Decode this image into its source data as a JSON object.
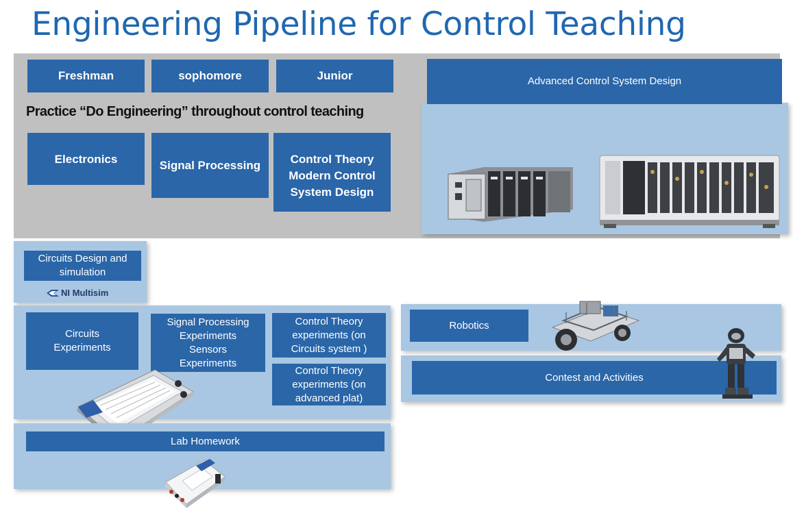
{
  "title": "Engineering Pipeline for Control Teaching",
  "years": {
    "freshman": "Freshman",
    "sophomore": "sophomore",
    "junior": "Junior"
  },
  "practice_text": "Practice “Do Engineering” throughout control teaching",
  "courses": {
    "electronics": "Electronics",
    "signal_processing": "Signal Processing",
    "control_theory": [
      "Control Theory",
      "Modern Control",
      "System Design"
    ]
  },
  "advanced": "Advanced Control System  Design",
  "circuits_design": [
    "Circuits Design and",
    "simulation"
  ],
  "multisim_logo": "NI Multisim",
  "experiments": {
    "circuits": [
      "Circuits",
      "Experiments"
    ],
    "signal": [
      "Signal Processing",
      "Experiments",
      "Sensors",
      "Experiments"
    ],
    "control_circuits": [
      "Control Theory",
      "experiments (on",
      "Circuits system )"
    ],
    "control_advanced": [
      "Control Theory",
      "experiments (on",
      "advanced plat)"
    ]
  },
  "lab_homework": "Lab Homework",
  "robotics": "Robotics",
  "contest": "Contest and Activities",
  "colors": {
    "title": "#1f67b1",
    "box": "#2a66a8",
    "panel_light": "#a9c7e2",
    "panel_gray": "#c0c0c0"
  }
}
